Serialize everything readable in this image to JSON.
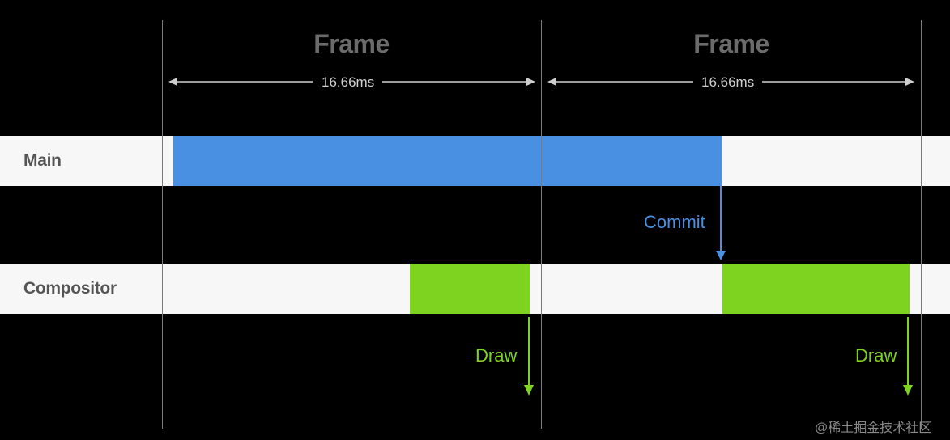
{
  "frames": [
    {
      "title": "Frame",
      "duration": "16.66ms"
    },
    {
      "title": "Frame",
      "duration": "16.66ms"
    }
  ],
  "tracks": {
    "main": {
      "label": "Main"
    },
    "compositor": {
      "label": "Compositor"
    }
  },
  "events": {
    "commit": "Commit",
    "draw_1": "Draw",
    "draw_2": "Draw"
  },
  "colors": {
    "main_task": "#4a90e2",
    "compositor_task": "#7ed321",
    "track_background": "#f7f7f7",
    "frame_divider": "#7a7a7a",
    "background": "#000000"
  },
  "watermark": "@稀土掘金技术社区"
}
